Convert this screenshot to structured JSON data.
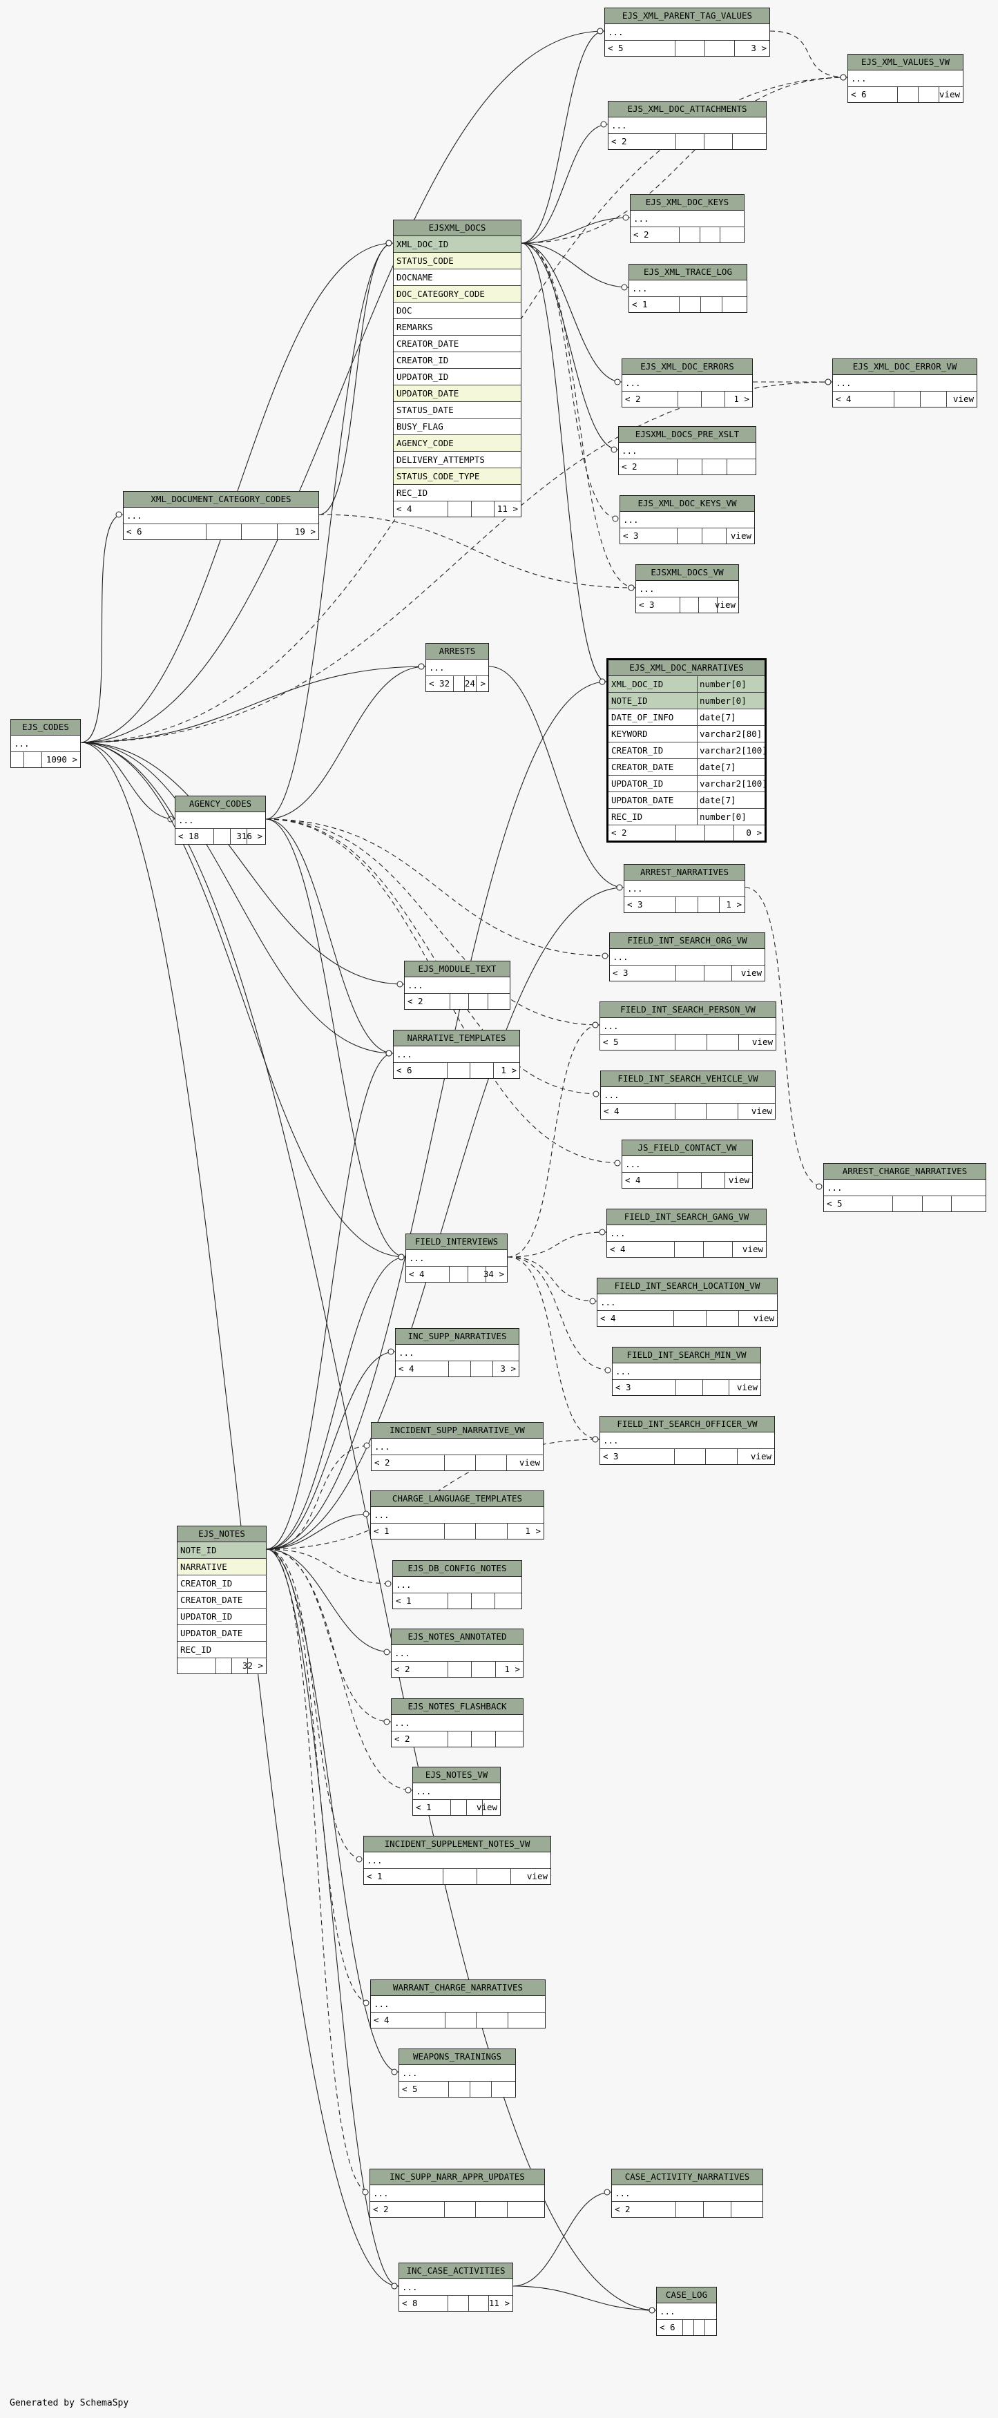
{
  "credit": "Generated by SchemaSpy",
  "tables": [
    {
      "id": "ejs_xml_parent_tag_values",
      "name": "EJS_XML_PARENT_TAG_VALUES",
      "rows": [
        "..."
      ],
      "footer": {
        "left": "< 5",
        "right": "3 >"
      }
    },
    {
      "id": "ejs_xml_values_vw",
      "name": "EJS_XML_VALUES_VW",
      "rows": [
        "..."
      ],
      "footer": {
        "left": "< 6",
        "right": "view"
      }
    },
    {
      "id": "ejs_xml_doc_attachments",
      "name": "EJS_XML_DOC_ATTACHMENTS",
      "rows": [
        "..."
      ],
      "footer": {
        "left": "< 2",
        "right": ""
      }
    },
    {
      "id": "ejs_xml_doc_keys",
      "name": "EJS_XML_DOC_KEYS",
      "rows": [
        "..."
      ],
      "footer": {
        "left": "< 2",
        "right": ""
      }
    },
    {
      "id": "ejs_xml_trace_log",
      "name": "EJS_XML_TRACE_LOG",
      "rows": [
        "..."
      ],
      "footer": {
        "left": "< 1",
        "right": ""
      }
    },
    {
      "id": "ejsxml_docs",
      "name": "EJSXML_DOCS",
      "rows": [
        "XML_DOC_ID",
        "STATUS_CODE",
        "DOCNAME",
        "DOC_CATEGORY_CODE",
        "DOC",
        "REMARKS",
        "CREATOR_DATE",
        "CREATOR_ID",
        "UPDATOR_ID",
        "UPDATOR_DATE",
        "STATUS_DATE",
        "BUSY_FLAG",
        "AGENCY_CODE",
        "DELIVERY_ATTEMPTS",
        "STATUS_CODE_TYPE",
        "REC_ID"
      ],
      "footer": {
        "left": "< 4",
        "right": "11 >"
      }
    },
    {
      "id": "ejs_xml_doc_errors",
      "name": "EJS_XML_DOC_ERRORS",
      "rows": [
        "..."
      ],
      "footer": {
        "left": "< 2",
        "right": "1 >"
      }
    },
    {
      "id": "ejs_xml_doc_error_vw",
      "name": "EJS_XML_DOC_ERROR_VW",
      "rows": [
        "..."
      ],
      "footer": {
        "left": "< 4",
        "right": "view"
      }
    },
    {
      "id": "ejsxml_docs_pre_xslt",
      "name": "EJSXML_DOCS_PRE_XSLT",
      "rows": [
        "..."
      ],
      "footer": {
        "left": "< 2",
        "right": ""
      }
    },
    {
      "id": "ejs_xml_doc_keys_vw",
      "name": "EJS_XML_DOC_KEYS_VW",
      "rows": [
        "..."
      ],
      "footer": {
        "left": "< 3",
        "right": "view"
      }
    },
    {
      "id": "xml_document_category_codes",
      "name": "XML_DOCUMENT_CATEGORY_CODES",
      "rows": [
        "..."
      ],
      "footer": {
        "left": "< 6",
        "right": "19 >"
      }
    },
    {
      "id": "ejsxml_docs_vw",
      "name": "EJSXML_DOCS_VW",
      "rows": [
        "..."
      ],
      "footer": {
        "left": "< 3",
        "right": "view"
      }
    },
    {
      "id": "arrests",
      "name": "ARRESTS",
      "rows": [
        "..."
      ],
      "footer": {
        "left": "< 32",
        "right": "24 >"
      }
    },
    {
      "id": "ejs_xml_doc_narratives",
      "name": "EJS_XML_DOC_NARRATIVES",
      "focus": true,
      "rows": [
        "XML_DOC_ID",
        "NOTE_ID",
        "DATE_OF_INFO",
        "KEYWORD",
        "CREATOR_ID",
        "CREATOR_DATE",
        "UPDATOR_ID",
        "UPDATOR_DATE",
        "REC_ID"
      ],
      "types": [
        "number[0]",
        "number[0]",
        "date[7]",
        "varchar2[80]",
        "varchar2[100]",
        "date[7]",
        "varchar2[100]",
        "date[7]",
        "number[0]"
      ],
      "footer": {
        "left": "< 2",
        "right": "0 >"
      }
    },
    {
      "id": "ejs_codes",
      "name": "EJS_CODES",
      "rows": [
        "..."
      ],
      "footer": {
        "left": "",
        "right": "1090 >"
      }
    },
    {
      "id": "agency_codes",
      "name": "AGENCY_CODES",
      "rows": [
        "..."
      ],
      "footer": {
        "left": "< 18",
        "right": "316 >"
      }
    },
    {
      "id": "arrest_narratives",
      "name": "ARREST_NARRATIVES",
      "rows": [
        "..."
      ],
      "footer": {
        "left": "< 3",
        "right": "1 >"
      }
    },
    {
      "id": "field_int_search_org_vw",
      "name": "FIELD_INT_SEARCH_ORG_VW",
      "rows": [
        "..."
      ],
      "footer": {
        "left": "< 3",
        "right": "view"
      }
    },
    {
      "id": "ejs_module_text",
      "name": "EJS_MODULE_TEXT",
      "rows": [
        "..."
      ],
      "footer": {
        "left": "< 2",
        "right": ""
      }
    },
    {
      "id": "field_int_search_person_vw",
      "name": "FIELD_INT_SEARCH_PERSON_VW",
      "rows": [
        "..."
      ],
      "footer": {
        "left": "< 5",
        "right": "view"
      }
    },
    {
      "id": "narrative_templates",
      "name": "NARRATIVE_TEMPLATES",
      "rows": [
        "..."
      ],
      "footer": {
        "left": "< 6",
        "right": "1 >"
      }
    },
    {
      "id": "field_int_search_vehicle_vw",
      "name": "FIELD_INT_SEARCH_VEHICLE_VW",
      "rows": [
        "..."
      ],
      "footer": {
        "left": "< 4",
        "right": "view"
      }
    },
    {
      "id": "js_field_contact_vw",
      "name": "JS_FIELD_CONTACT_VW",
      "rows": [
        "..."
      ],
      "footer": {
        "left": "< 4",
        "right": "view"
      }
    },
    {
      "id": "arrest_charge_narratives",
      "name": "ARREST_CHARGE_NARRATIVES",
      "rows": [
        "..."
      ],
      "footer": {
        "left": "< 5",
        "right": ""
      }
    },
    {
      "id": "field_int_search_gang_vw",
      "name": "FIELD_INT_SEARCH_GANG_VW",
      "rows": [
        "..."
      ],
      "footer": {
        "left": "< 4",
        "right": "view"
      }
    },
    {
      "id": "field_interviews",
      "name": "FIELD_INTERVIEWS",
      "rows": [
        "..."
      ],
      "footer": {
        "left": "< 4",
        "right": "34 >"
      }
    },
    {
      "id": "field_int_search_location_vw",
      "name": "FIELD_INT_SEARCH_LOCATION_VW",
      "rows": [
        "..."
      ],
      "footer": {
        "left": "< 4",
        "right": "view"
      }
    },
    {
      "id": "inc_supp_narratives",
      "name": "INC_SUPP_NARRATIVES",
      "rows": [
        "..."
      ],
      "footer": {
        "left": "< 4",
        "right": "3 >"
      }
    },
    {
      "id": "field_int_search_min_vw",
      "name": "FIELD_INT_SEARCH_MIN_VW",
      "rows": [
        "..."
      ],
      "footer": {
        "left": "< 3",
        "right": "view"
      }
    },
    {
      "id": "field_int_search_officer_vw",
      "name": "FIELD_INT_SEARCH_OFFICER_VW",
      "rows": [
        "..."
      ],
      "footer": {
        "left": "< 3",
        "right": "view"
      }
    },
    {
      "id": "incident_supp_narrative_vw",
      "name": "INCIDENT_SUPP_NARRATIVE_VW",
      "rows": [
        "..."
      ],
      "footer": {
        "left": "< 2",
        "right": "view"
      }
    },
    {
      "id": "charge_language_templates",
      "name": "CHARGE_LANGUAGE_TEMPLATES",
      "rows": [
        "..."
      ],
      "footer": {
        "left": "< 1",
        "right": "1 >"
      }
    },
    {
      "id": "ejs_notes",
      "name": "EJS_NOTES",
      "rows": [
        "NOTE_ID",
        "NARRATIVE",
        "CREATOR_ID",
        "CREATOR_DATE",
        "UPDATOR_ID",
        "UPDATOR_DATE",
        "REC_ID"
      ],
      "footer": {
        "left": "",
        "right": "32 >"
      }
    },
    {
      "id": "ejs_db_config_notes",
      "name": "EJS_DB_CONFIG_NOTES",
      "rows": [
        "..."
      ],
      "footer": {
        "left": "< 1",
        "right": ""
      }
    },
    {
      "id": "ejs_notes_annotated",
      "name": "EJS_NOTES_ANNOTATED",
      "rows": [
        "..."
      ],
      "footer": {
        "left": "< 2",
        "right": "1 >"
      }
    },
    {
      "id": "ejs_notes_flashback",
      "name": "EJS_NOTES_FLASHBACK",
      "rows": [
        "..."
      ],
      "footer": {
        "left": "< 2",
        "right": ""
      }
    },
    {
      "id": "ejs_notes_vw",
      "name": "EJS_NOTES_VW",
      "rows": [
        "..."
      ],
      "footer": {
        "left": "< 1",
        "right": "view"
      }
    },
    {
      "id": "incident_supplement_notes_vw",
      "name": "INCIDENT_SUPPLEMENT_NOTES_VW",
      "rows": [
        "..."
      ],
      "footer": {
        "left": "< 1",
        "right": "view"
      }
    },
    {
      "id": "warrant_charge_narratives",
      "name": "WARRANT_CHARGE_NARRATIVES",
      "rows": [
        "..."
      ],
      "footer": {
        "left": "< 4",
        "right": ""
      }
    },
    {
      "id": "weapons_trainings",
      "name": "WEAPONS_TRAININGS",
      "rows": [
        "..."
      ],
      "footer": {
        "left": "< 5",
        "right": ""
      }
    },
    {
      "id": "inc_supp_narr_appr_updates",
      "name": "INC_SUPP_NARR_APPR_UPDATES",
      "rows": [
        "..."
      ],
      "footer": {
        "left": "< 2",
        "right": ""
      }
    },
    {
      "id": "case_activity_narratives",
      "name": "CASE_ACTIVITY_NARRATIVES",
      "rows": [
        "..."
      ],
      "footer": {
        "left": "< 2",
        "right": ""
      }
    },
    {
      "id": "inc_case_activities",
      "name": "INC_CASE_ACTIVITIES",
      "rows": [
        "..."
      ],
      "footer": {
        "left": "< 8",
        "right": "11 >"
      }
    },
    {
      "id": "case_log",
      "name": "CASE_LOG",
      "rows": [
        "..."
      ],
      "footer": {
        "left": "< 6",
        "right": ""
      }
    }
  ]
}
